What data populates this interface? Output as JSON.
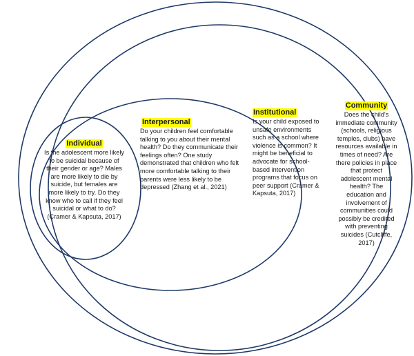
{
  "diagram": {
    "ring_color": "#1f3a68",
    "highlight_color": "#ffff00",
    "levels": [
      {
        "title": "Individual",
        "text": "Is the adolescent more likely to be suicidal because of their gender or age? Males are more likely to die by suicide, but females are more likely to try. Do they know who to call if they feel suicidal or what to do? (Cramer & Kapsuta, 2017)"
      },
      {
        "title": "Interpersonal",
        "text": "Do your children feel comfortable talking to you about their mental health? Do they communicate their feelings often? One study demonstrated that children who felt more comfortable talking to their parents were less likely to be depressed (Zhang et al., 2021)"
      },
      {
        "title": "Institutional",
        "text": "Is your child exposed to unsafe environments such as a school where violence is common? It might be beneficial to advocate for school-based intervention programs that focus on peer support (Cramer & Kapsuta, 2017)"
      },
      {
        "title": "Community",
        "text": "Does the child's immediate community (schools, religious temples, clubs) have resources available in times of need? Are there policies in place that protect adolescent mental health? The education and involvement of communities could possibly be credited with preventing suicides (Cutcliffe, 2017)"
      }
    ]
  }
}
